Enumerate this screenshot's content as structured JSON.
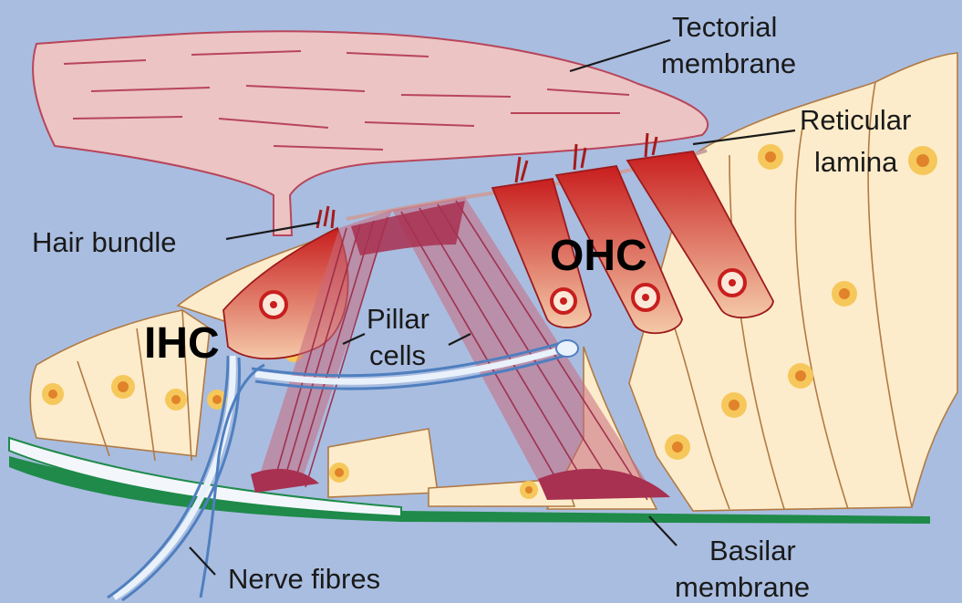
{
  "labels": {
    "tectorial_line1": "Tectorial",
    "tectorial_line2": "membrane",
    "reticular_line1": "Reticular",
    "reticular_line2": "lamina",
    "hair_bundle": "Hair bundle",
    "ohc": "OHC",
    "ihc": "IHC",
    "pillar_line1": "Pillar",
    "pillar_line2": "cells",
    "basilar_line1": "Basilar",
    "basilar_line2": "membrane",
    "nerve_fibres": "Nerve fibres"
  },
  "colors": {
    "background": "#a9bde0",
    "tectorial_membrane": "#ecc4c4",
    "support_cell": "#fdeccb",
    "hair_cell": "#d8503f",
    "pillar_cell": "#b03450",
    "basilar_membrane": "#1f8a4a",
    "nerve": "#4f7fbf"
  }
}
